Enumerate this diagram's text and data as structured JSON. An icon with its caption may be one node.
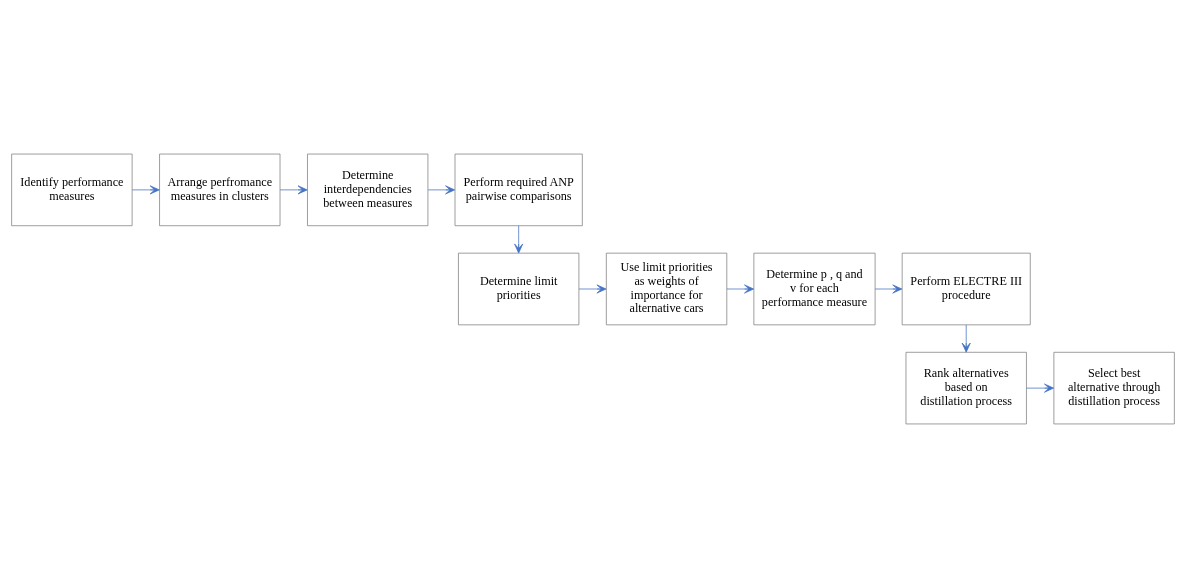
{
  "diagram": {
    "nodes": [
      {
        "text": [
          "Identify performance measures"
        ]
      },
      {
        "text": [
          "Arrange perfromance measures in clusters"
        ]
      },
      {
        "text": [
          "Determine interdependencies between measures"
        ]
      },
      {
        "text": [
          "Perform required ANP pairwise comparisons"
        ]
      },
      {
        "text": [
          "Determine limit priorities"
        ]
      },
      {
        "text": [
          "Use limit priorities as weights of importance for alternative cars"
        ]
      },
      {
        "text": [
          "Determine p , q and v for each performance measure"
        ]
      },
      {
        "text": [
          "Perform ELECTRE III procedure"
        ]
      },
      {
        "text": [
          "Rank alternatives based on distillation process"
        ]
      },
      {
        "text": [
          "Select best alternative through distillation process"
        ]
      }
    ],
    "edges": [
      {
        "from": 0,
        "to": 1,
        "arrow": "to"
      },
      {
        "from": 1,
        "to": 2,
        "arrow": "to"
      },
      {
        "from": 2,
        "to": 3,
        "arrow": "to"
      },
      {
        "from": 3,
        "to": 4,
        "arrow": "to"
      },
      {
        "from": 4,
        "to": 5,
        "arrow": "to"
      },
      {
        "from": 5,
        "to": 6,
        "arrow": "to"
      },
      {
        "from": 6,
        "to": 7,
        "arrow": "to"
      },
      {
        "from": 7,
        "to": 8,
        "arrow": "to"
      },
      {
        "from": 8,
        "to": 9,
        "arrow": "to"
      }
    ]
  }
}
